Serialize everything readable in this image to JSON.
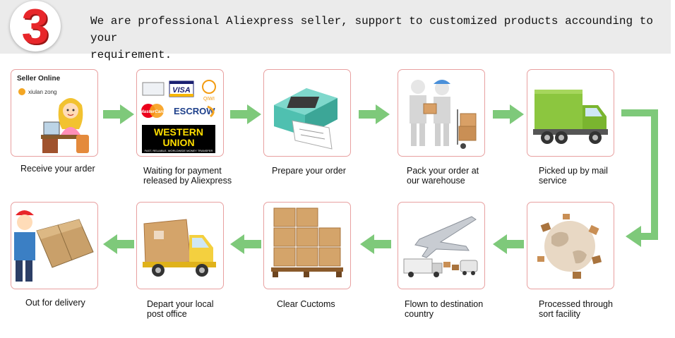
{
  "header": {
    "step_number": "3",
    "text_line1": "We are professional Aliexpress seller, support to customized products accounding to your",
    "text_line2": "requirement."
  },
  "steps": [
    {
      "caption_line1": "Receive your arder",
      "caption_line2": "",
      "seller_title": "Seller Online",
      "seller_name": "xiulan zong"
    },
    {
      "caption_line1": "Waiting for payment",
      "caption_line2": "released by Aliexpress",
      "logo_visa": "VISA",
      "logo_qiwi": "QIWI",
      "logo_mastercard": "MasterCard",
      "logo_escrow": "ESCROW",
      "logo_western": "WESTERN",
      "logo_union": "UNION",
      "logo_wu_tagline": "FAST, RELIABLE, WORLDWIDE MONEY TRANSFER"
    },
    {
      "caption_line1": "Prepare your order",
      "caption_line2": ""
    },
    {
      "caption_line1": "Pack your order at",
      "caption_line2": "our warehouse"
    },
    {
      "caption_line1": "Picked up by mail",
      "caption_line2": "service"
    },
    {
      "caption_line1": "Processed through",
      "caption_line2": "sort facility"
    },
    {
      "caption_line1": "Flown to destination",
      "caption_line2": "country"
    },
    {
      "caption_line1": "Clear Cuctoms",
      "caption_line2": ""
    },
    {
      "caption_line1": "Depart your local",
      "caption_line2": "post office"
    },
    {
      "caption_line1": "Out for delivery",
      "caption_line2": ""
    }
  ],
  "colors": {
    "accent_red": "#e8262a",
    "arrow_green": "#7ec97a",
    "box_border": "#e8a0a0",
    "header_bg": "#ebebeb"
  }
}
